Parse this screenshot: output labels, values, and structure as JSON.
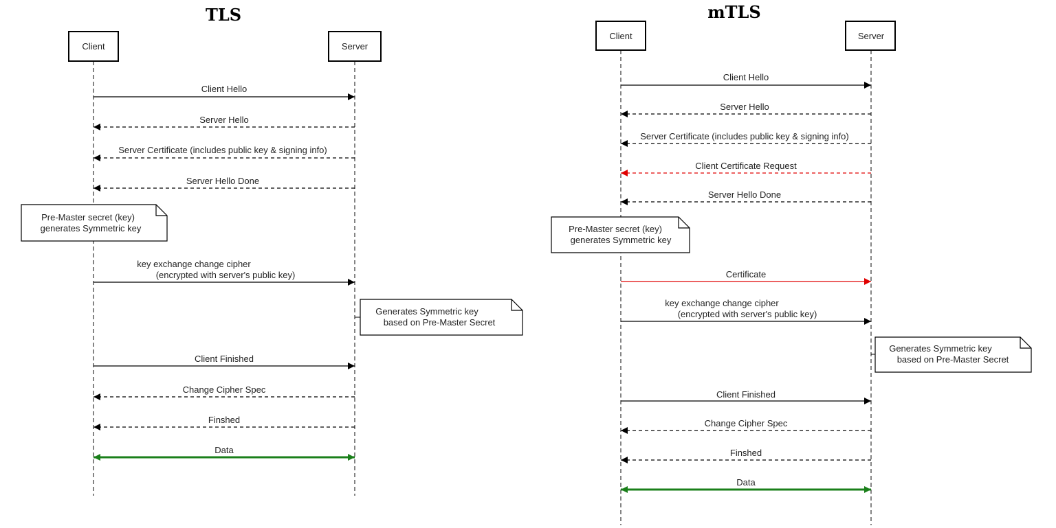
{
  "colors": {
    "default": "#000000",
    "red": "#e00000",
    "green": "#1a7f1a"
  },
  "diagrams": [
    {
      "title": "TLS",
      "participants": {
        "client": "Client",
        "server": "Server"
      },
      "messages": [
        {
          "label": "Client Hello",
          "dir": "right",
          "style": "solid",
          "color": "default"
        },
        {
          "label": "Server Hello",
          "dir": "left",
          "style": "dashed",
          "color": "default"
        },
        {
          "label": "Server Certificate (includes public key & signing info)",
          "dir": "left",
          "style": "dashed",
          "color": "default"
        },
        {
          "label": "Server Hello Done",
          "dir": "left",
          "style": "dashed",
          "color": "default"
        },
        {
          "label": "key exchange change cipher\n (encrypted with server's public key)",
          "dir": "right",
          "style": "solid",
          "color": "default"
        },
        {
          "label": "Client Finished",
          "dir": "right",
          "style": "solid",
          "color": "default"
        },
        {
          "label": "Change Cipher Spec",
          "dir": "left",
          "style": "dashed",
          "color": "default"
        },
        {
          "label": "Finshed",
          "dir": "left",
          "style": "dashed",
          "color": "default"
        },
        {
          "label": "Data",
          "dir": "both",
          "style": "solid",
          "color": "green"
        }
      ],
      "notes": [
        {
          "text": "Pre-Master secret (key)\n generates Symmetric key",
          "attach": "client"
        },
        {
          "text": "Generates Symmetric key\n based on Pre-Master Secret",
          "attach": "server"
        }
      ]
    },
    {
      "title": "mTLS",
      "participants": {
        "client": "Client",
        "server": "Server"
      },
      "messages": [
        {
          "label": "Client Hello",
          "dir": "right",
          "style": "solid",
          "color": "default"
        },
        {
          "label": "Server Hello",
          "dir": "left",
          "style": "dashed",
          "color": "default"
        },
        {
          "label": "Server Certificate (includes public key & signing info)",
          "dir": "left",
          "style": "dashed",
          "color": "default"
        },
        {
          "label": "Client Certificate Request",
          "dir": "left",
          "style": "dashed",
          "color": "red"
        },
        {
          "label": "Server Hello Done",
          "dir": "left",
          "style": "dashed",
          "color": "default"
        },
        {
          "label": "Certificate",
          "dir": "right",
          "style": "solid",
          "color": "red"
        },
        {
          "label": "key exchange change cipher\n (encrypted with server's public key)",
          "dir": "right",
          "style": "solid",
          "color": "default"
        },
        {
          "label": "Client Finished",
          "dir": "right",
          "style": "solid",
          "color": "default"
        },
        {
          "label": "Change Cipher Spec",
          "dir": "left",
          "style": "dashed",
          "color": "default"
        },
        {
          "label": "Finshed",
          "dir": "left",
          "style": "dashed",
          "color": "default"
        },
        {
          "label": "Data",
          "dir": "both",
          "style": "solid",
          "color": "green"
        }
      ],
      "notes": [
        {
          "text": "Pre-Master secret (key)\n generates Symmetric key",
          "attach": "client"
        },
        {
          "text": "Generates Symmetric key\n based on Pre-Master Secret",
          "attach": "server"
        }
      ]
    }
  ]
}
